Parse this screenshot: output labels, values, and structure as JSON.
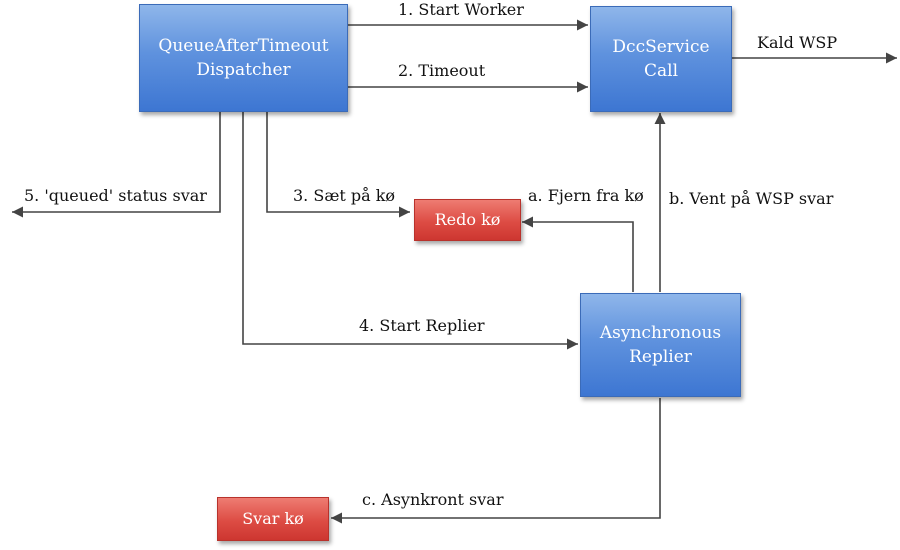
{
  "nodes": {
    "dispatcher": {
      "line1": "QueueAfterTimeout",
      "line2": "Dispatcher"
    },
    "dcc_service": {
      "line1": "DccService",
      "line2": "Call"
    },
    "async_replier": {
      "line1": "Asynchronous",
      "line2": "Replier"
    },
    "redo_queue": {
      "label": "Redo kø"
    },
    "reply_queue": {
      "label": "Svar kø"
    }
  },
  "edges": {
    "start_worker": "1. Start Worker",
    "timeout": "2. Timeout",
    "call_wsp": "Kald WSP",
    "queued_status": "5. 'queued' status svar",
    "put_on_queue": "3. Sæt på kø",
    "remove_from_queue": "a. Fjern fra kø",
    "wait_wsp_reply": "b. Vent på WSP svar",
    "start_replier": "4. Start Replier",
    "async_reply": "c. Asynkront svar"
  },
  "colors": {
    "process_box": "#5f92de",
    "queue_box": "#dd4c44",
    "connector": "#444444"
  }
}
